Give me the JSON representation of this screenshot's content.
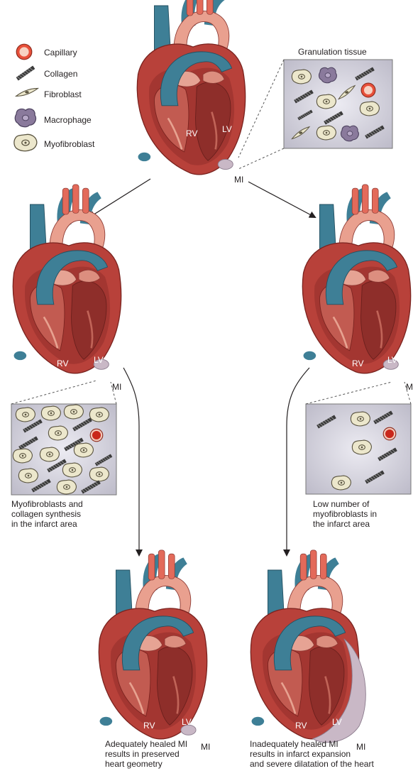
{
  "legend": {
    "items": [
      {
        "key": "capillary",
        "label": "Capillary"
      },
      {
        "key": "collagen",
        "label": "Collagen"
      },
      {
        "key": "fibroblast",
        "label": "Fibroblast"
      },
      {
        "key": "macrophage",
        "label": "Macrophage"
      },
      {
        "key": "myofibroblast",
        "label": "Myofibroblast"
      }
    ]
  },
  "labels": {
    "granulation_tissue": "Granulation tissue",
    "rv": "RV",
    "lv": "LV",
    "mi": "MI"
  },
  "captions": {
    "left_mid": "Myofibroblasts and\ncollagen synthesis\nin the infarct area",
    "right_mid": "Low number of\nmyofibroblasts in\nthe infarct area",
    "left_bottom": "Adequately healed MI\nresults in preserved\nheart geometry",
    "right_bottom": "Inadequately healed MI\nresults in infarct expansion\nand severe dilatation of the heart"
  },
  "colors": {
    "capillary": "#e8503a",
    "myocardium": "#b8413a",
    "vessel_blue": "#3e7f96",
    "aorta_pink": "#e9a08f",
    "infarct": "#c9b8c6",
    "panel_bg": "#c8c6d2",
    "macrophage": "#8a7a9c",
    "myofibroblast": "#ece7cc",
    "collagen": "#3a3a3a"
  }
}
